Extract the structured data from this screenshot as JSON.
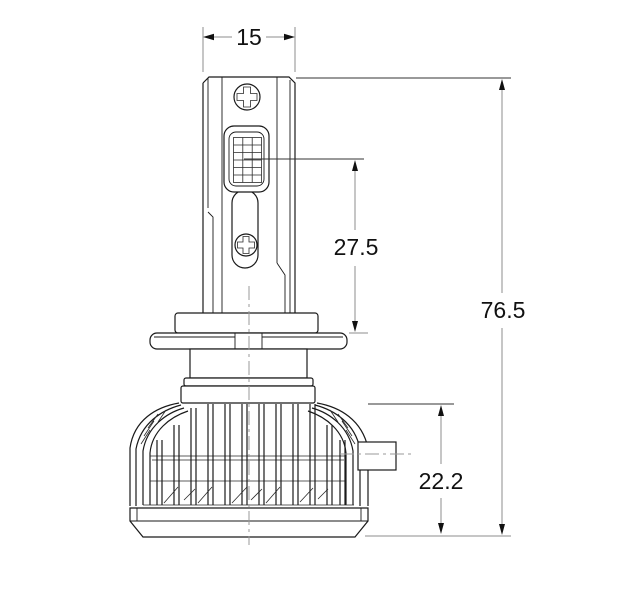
{
  "drawing": {
    "kind": "technical-dimension-drawing",
    "dimensions": {
      "top_width": "15",
      "led_height": "27.5",
      "overall_height": "76.5",
      "heatsink_height": "22.2"
    },
    "colors": {
      "outline": "#1a1a1a",
      "dimension_line": "#8c8c8c",
      "text": "#111111",
      "background": "#ffffff"
    }
  }
}
